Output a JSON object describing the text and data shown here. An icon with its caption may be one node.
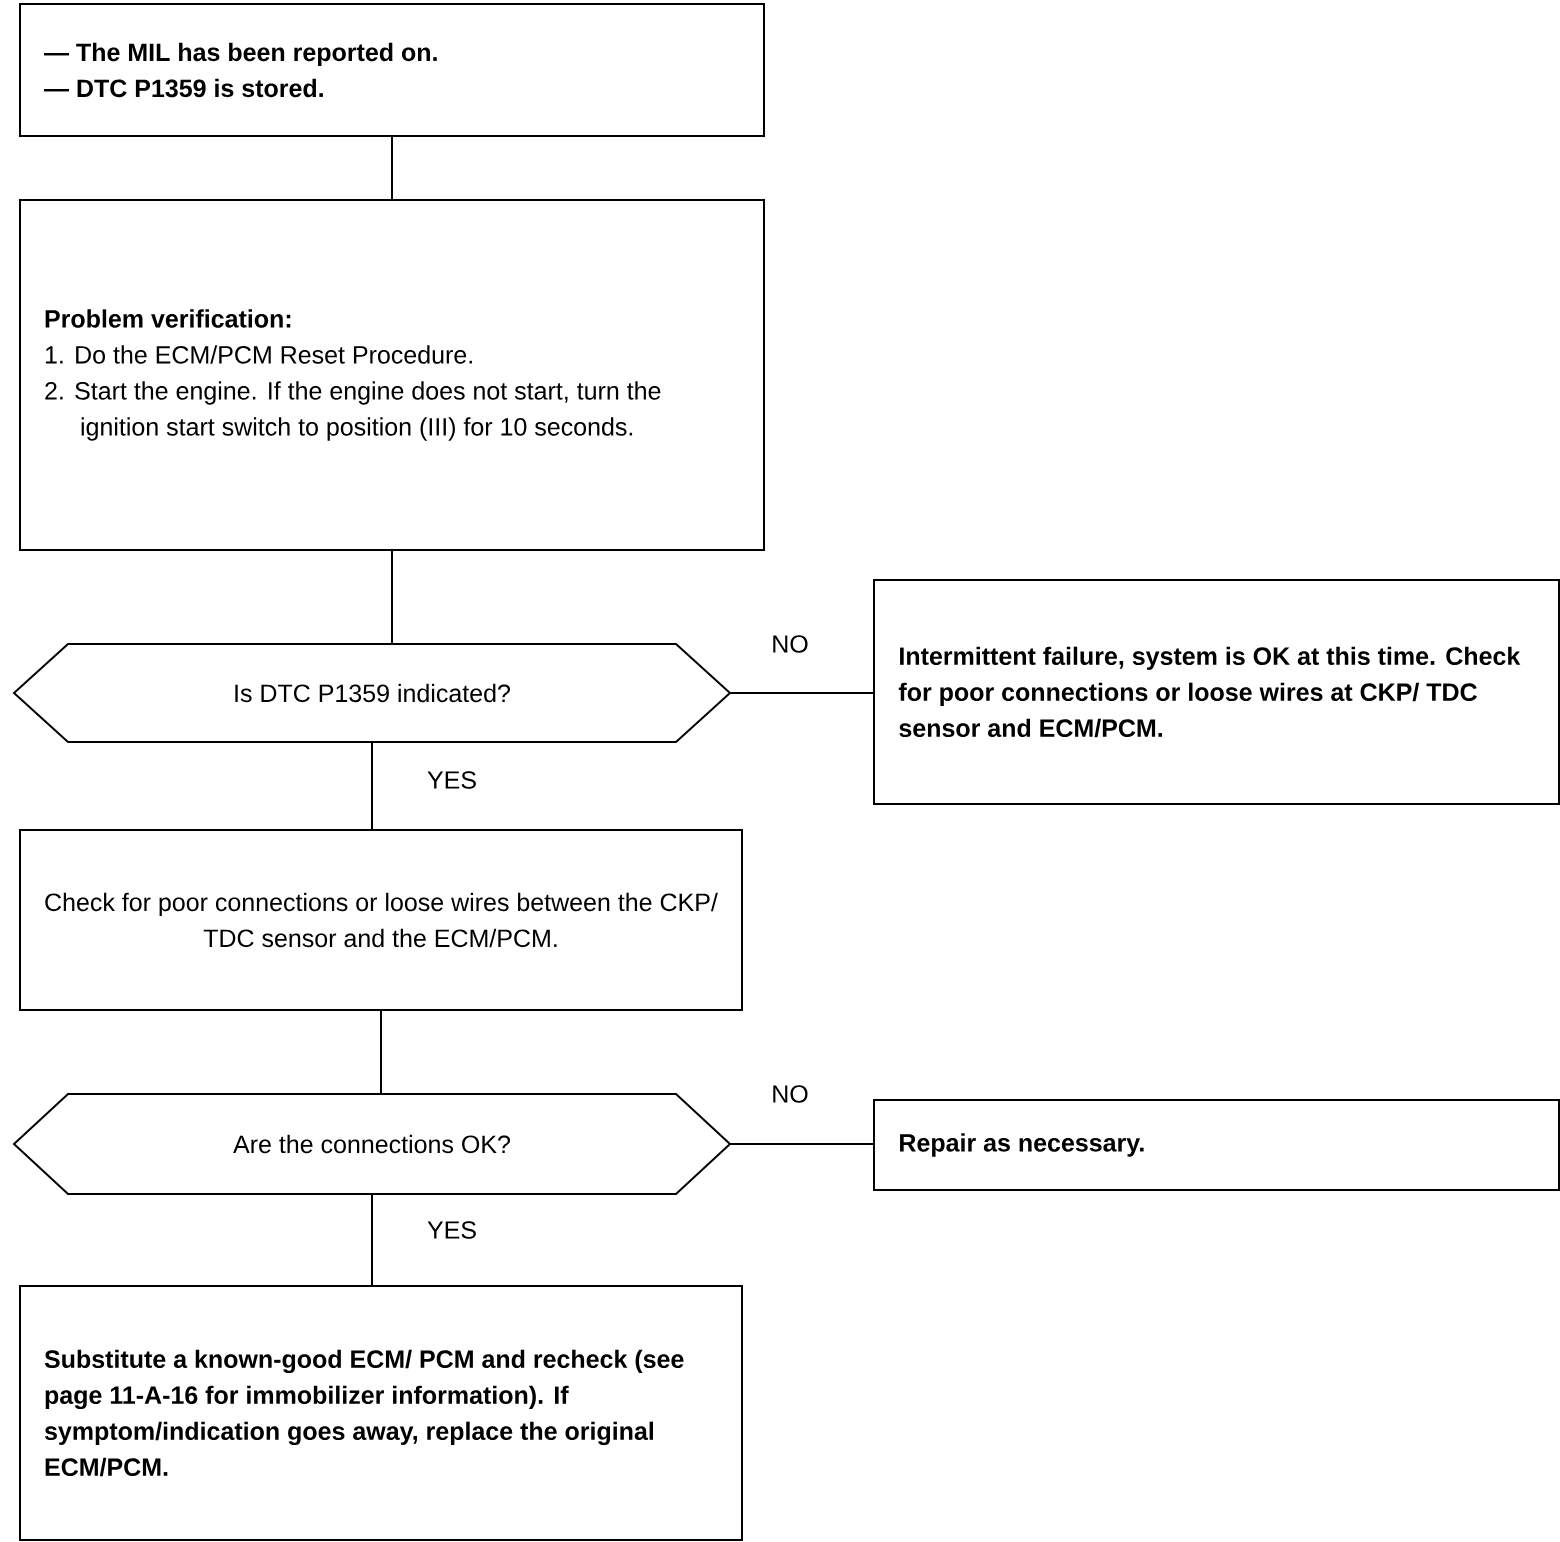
{
  "diagram": {
    "nodes": [
      {
        "text": [
          "— The MIL has been reported on.",
          "— DTC P1359 is stored."
        ]
      },
      {
        "text": [
          "Problem verification:",
          "1. Do the ECM/PCM Reset Procedure.",
          "2. Start the engine. If the engine does not start, turn the ignition start switch to position (III) for 10 seconds."
        ]
      },
      {
        "text": [
          "Is DTC P1359 indicated?"
        ]
      },
      {
        "text": [
          "Intermittent failure, system is OK at this time. Check for poor connections or loose wires at CKP/ TDC sensor and ECM/PCM."
        ]
      },
      {
        "text": [
          "Check for poor connections or loose wires between the CKP/ TDC sensor and the ECM/PCM."
        ]
      },
      {
        "text": [
          "Are the connections OK?"
        ]
      },
      {
        "text": [
          "Repair as necessary."
        ]
      },
      {
        "text": [
          "Substitute a known-good ECM/ PCM and recheck (see page 11-A-16 for immobilizer information). If symptom/indication goes away, replace the original ECM/PCM."
        ]
      }
    ],
    "edges": [
      {
        "from": 0,
        "to": 1,
        "arrow": "none"
      },
      {
        "from": 1,
        "to": 2,
        "arrow": "none"
      },
      {
        "from": 2,
        "to": 3,
        "arrow": "none",
        "label": "NO"
      },
      {
        "from": 2,
        "to": 4,
        "arrow": "none",
        "label": "YES"
      },
      {
        "from": 4,
        "to": 5,
        "arrow": "none"
      },
      {
        "from": 5,
        "to": 6,
        "arrow": "none",
        "label": "NO"
      },
      {
        "from": 5,
        "to": 7,
        "arrow": "none",
        "label": "YES"
      }
    ]
  }
}
